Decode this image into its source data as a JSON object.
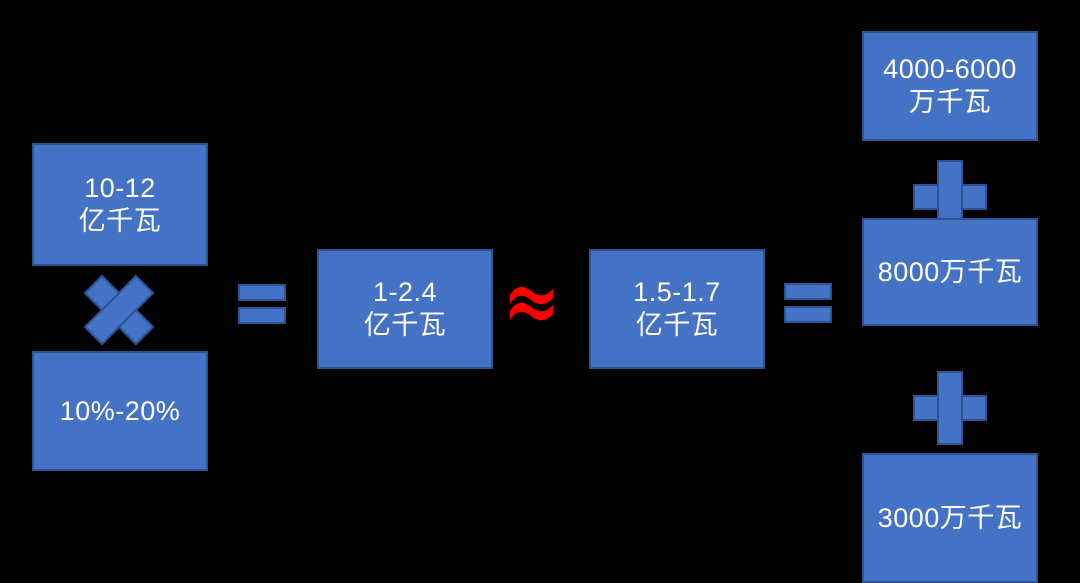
{
  "diagram": {
    "title": "Electric power capacity calculation flow",
    "background_color": "#000000",
    "box_fill_color": "#4472C4",
    "box_border_color": "#2E5395",
    "box_text_color": "#FFFFFF",
    "approx_symbol_color": "#FF0000"
  },
  "left_column": {
    "capacity_box": {
      "label": "10-12\n亿千瓦",
      "value_range": "10-12",
      "unit": "亿千瓦"
    },
    "multiply_operator": {
      "symbol": "×",
      "name": "multiply"
    },
    "percent_box": {
      "label": "10%-20%",
      "value_range": "10%-20%"
    }
  },
  "operators": {
    "equals_left": {
      "symbol": "=",
      "name": "equals"
    },
    "approx": {
      "symbol": "≈",
      "name": "approximately-equal"
    },
    "equals_right": {
      "symbol": "=",
      "name": "equals"
    },
    "plus_top": {
      "symbol": "+",
      "name": "plus"
    },
    "plus_bottom": {
      "symbol": "+",
      "name": "plus"
    }
  },
  "middle": {
    "product_box": {
      "label": "1-2.4\n亿千瓦",
      "value_range": "1-2.4",
      "unit": "亿千瓦"
    },
    "approx_box": {
      "label": "1.5-1.7\n亿千瓦",
      "value_range": "1.5-1.7",
      "unit": "亿千瓦"
    }
  },
  "right_column": {
    "item_1": {
      "label": "4000-6000\n万千瓦",
      "value_range": "4000-6000",
      "unit": "万千瓦"
    },
    "item_2": {
      "label": "8000万千瓦",
      "value": "8000",
      "unit": "万千瓦"
    },
    "item_3": {
      "label": "3000万千瓦",
      "value": "3000",
      "unit": "万千瓦"
    }
  },
  "chart_data": {
    "type": "diagram",
    "title": "Electric power capacity equation",
    "equation": "(10-12亿千瓦 × 10%-20%) = 1-2.4亿千瓦 ≈ 1.5-1.7亿千瓦 = 4000-6000万千瓦 + 8000万千瓦 + 3000万千瓦",
    "nodes": [
      {
        "id": "capacity",
        "text": "10-12亿千瓦",
        "column": "left",
        "order": 1
      },
      {
        "id": "percent",
        "text": "10%-20%",
        "column": "left",
        "order": 2
      },
      {
        "id": "product",
        "text": "1-2.4亿千瓦",
        "column": "middle",
        "order": 1
      },
      {
        "id": "approx",
        "text": "1.5-1.7亿千瓦",
        "column": "middle",
        "order": 2
      },
      {
        "id": "right1",
        "text": "4000-6000万千瓦",
        "column": "right",
        "order": 1
      },
      {
        "id": "right2",
        "text": "8000万千瓦",
        "column": "right",
        "order": 2
      },
      {
        "id": "right3",
        "text": "3000万千瓦",
        "column": "right",
        "order": 3
      }
    ],
    "operators": [
      "×",
      "=",
      "≈",
      "=",
      "+",
      "+"
    ]
  }
}
